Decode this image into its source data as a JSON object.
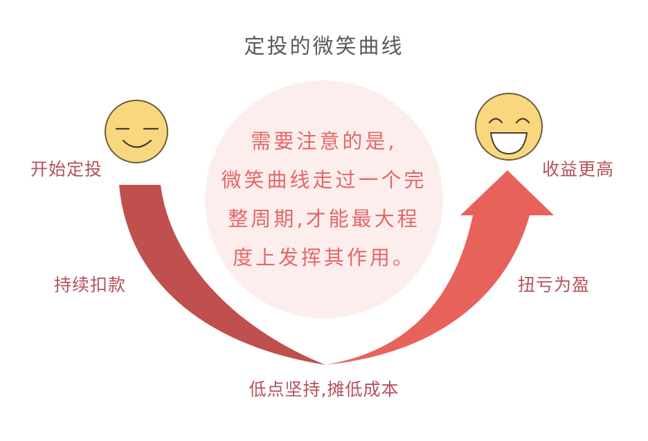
{
  "title": "定投的微笑曲线",
  "labels": {
    "start": "开始定投",
    "higher_return": "收益更高",
    "continuous_deduction": "持续扣款",
    "turn_profit": "扭亏为盈",
    "bottom": "低点坚持,摊低成本"
  },
  "note": {
    "lines": [
      "需要注意的是,",
      "微笑曲线走过一个完",
      "整周期,才能最大程",
      "度上发挥其作用。"
    ]
  },
  "icons": {
    "left_face": "content-smiley-face-icon",
    "right_face": "laughing-face-icon",
    "arrow": "curved-up-arrow-icon"
  },
  "colors": {
    "left_band": "#c0504d",
    "right_arrow": "#e8625c",
    "note_circle": "#fdeeee",
    "face_fill": "#f9d77e",
    "face_stroke": "#6b5a3a",
    "label_text": "#b5505a",
    "note_text": "#e26868",
    "title_text": "#5a5a5a"
  }
}
